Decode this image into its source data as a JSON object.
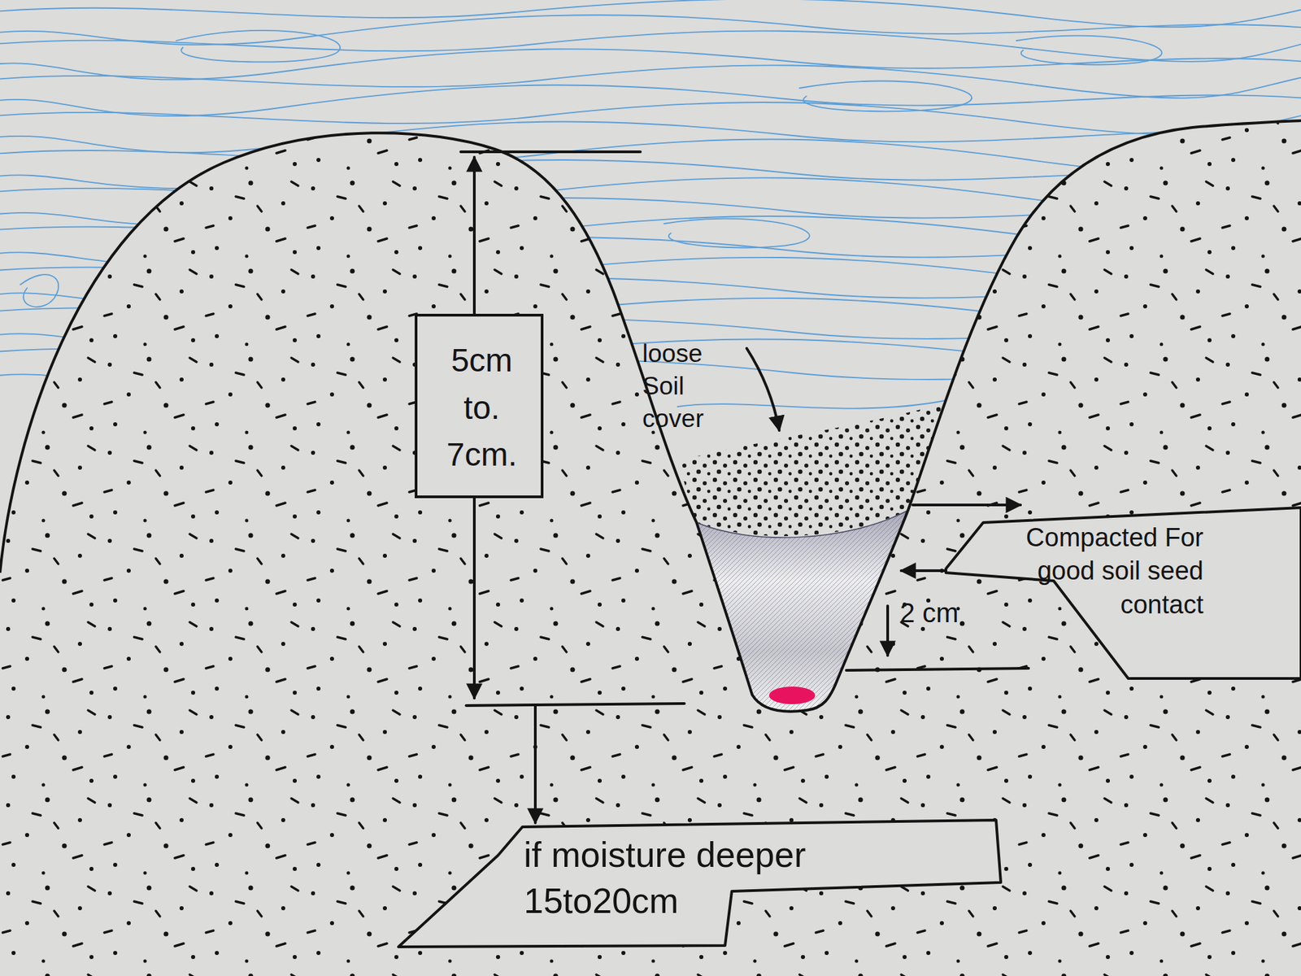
{
  "diagram": {
    "nodes": [
      {
        "text": [
          "5cm to. 7cm."
        ]
      },
      {
        "text": [
          "Compacted For good soil seed contact"
        ]
      },
      {
        "text": [
          "if moisture deeper 15to20cm"
        ]
      }
    ],
    "labels": [
      "loose Soil cover",
      "2 cm"
    ]
  }
}
